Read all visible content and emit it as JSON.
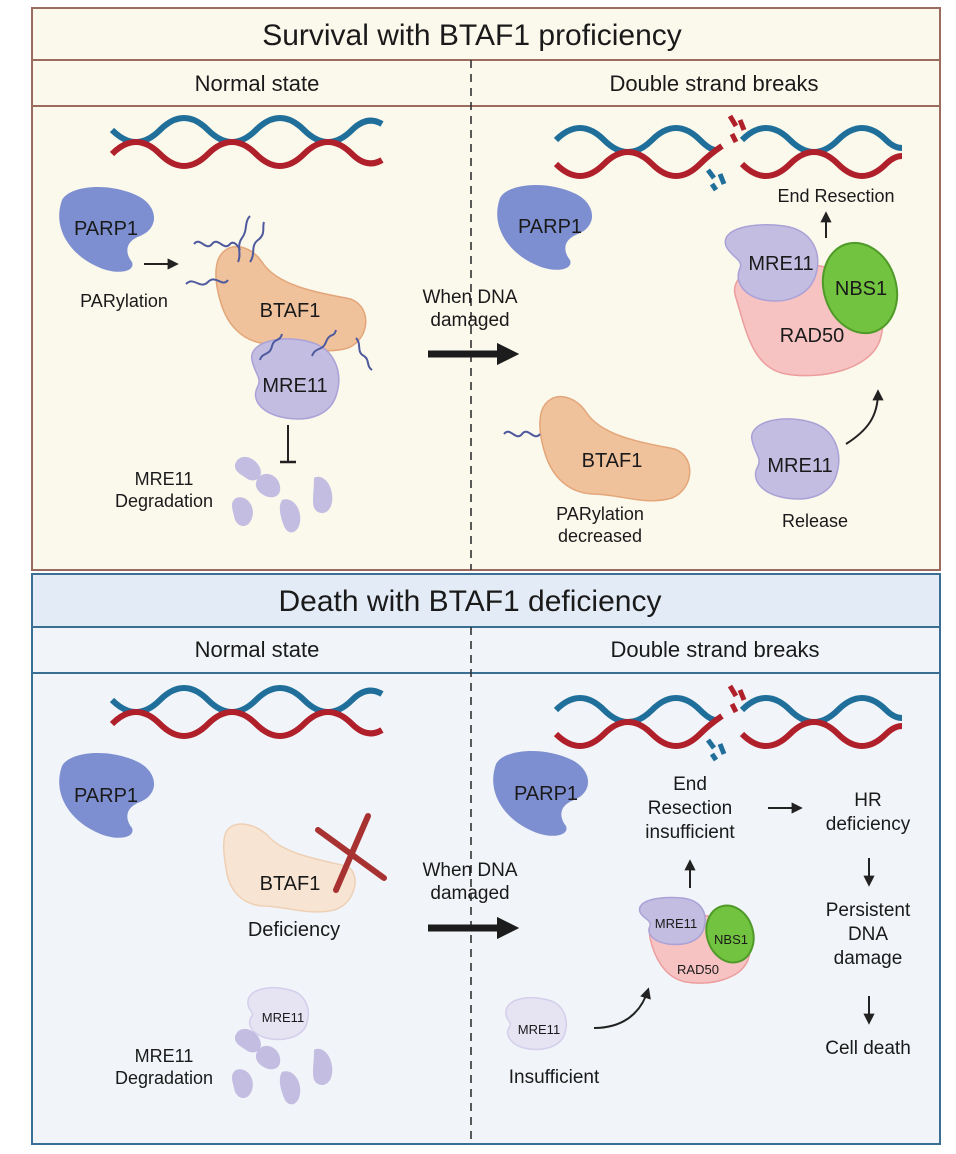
{
  "top_panel": {
    "title": "Survival with BTAF1 proficiency",
    "left_header": "Normal state",
    "right_header": "Double strand breaks",
    "parp1": "PARP1",
    "parylation": "PARylation",
    "btaf1": "BTAF1",
    "mre11": "MRE11",
    "mre11_deg_line1": "MRE11",
    "mre11_deg_line2": "Degradation",
    "when_line1": "When DNA",
    "when_line2": "damaged",
    "parp1_right": "PARP1",
    "end_resection": "End Resection",
    "complex_mre11": "MRE11",
    "complex_nbs1": "NBS1",
    "complex_rad50": "RAD50",
    "btaf1_right": "BTAF1",
    "parylation_dec_line1": "PARylation",
    "parylation_dec_line2": "decreased",
    "mre11_release": "MRE11",
    "release": "Release"
  },
  "bottom_panel": {
    "title": "Death with BTAF1 deficiency",
    "left_header": "Normal state",
    "right_header": "Double strand breaks",
    "parp1": "PARP1",
    "btaf1": "BTAF1",
    "deficiency": "Deficiency",
    "mre11_small": "MRE11",
    "mre11_deg_line1": "MRE11",
    "mre11_deg_line2": "Degradation",
    "when_line1": "When DNA",
    "when_line2": "damaged",
    "parp1_right": "PARP1",
    "end_line1": "End",
    "end_line2": "Resection",
    "end_line3": "insufficient",
    "hr_line1": "HR",
    "hr_line2": "deficiency",
    "persist_line1": "Persistent",
    "persist_line2": "DNA",
    "persist_line3": "damage",
    "cell_death": "Cell death",
    "complex_mre11": "MRE11",
    "complex_nbs1": "NBS1",
    "complex_rad50": "RAD50",
    "mre11_insuff": "MRE11",
    "insufficient": "Insufficient"
  },
  "colors": {
    "top_bg": "#fbf8ec",
    "top_border": "#9a6b5e",
    "bottom_bg": "#f1f4f9",
    "bottom_title_bg": "#e3ecf6",
    "bottom_border": "#3a6e93",
    "dna_red": "#b0202a",
    "dna_blue": "#1f6f9a",
    "parp1": "#7d8fd0",
    "btaf1": "#f0c29c",
    "mre11": "#c3bde2",
    "nbs1": "#72c33f",
    "rad50": "#f6c2c2",
    "cross": "#a83232"
  },
  "icons": [
    "dna-helix-icon",
    "parp1-protein-icon",
    "btaf1-protein-icon",
    "mre11-protein-icon",
    "nbs1-protein-icon",
    "rad50-protein-icon",
    "arrow-icon",
    "inhibition-icon",
    "cross-icon"
  ]
}
